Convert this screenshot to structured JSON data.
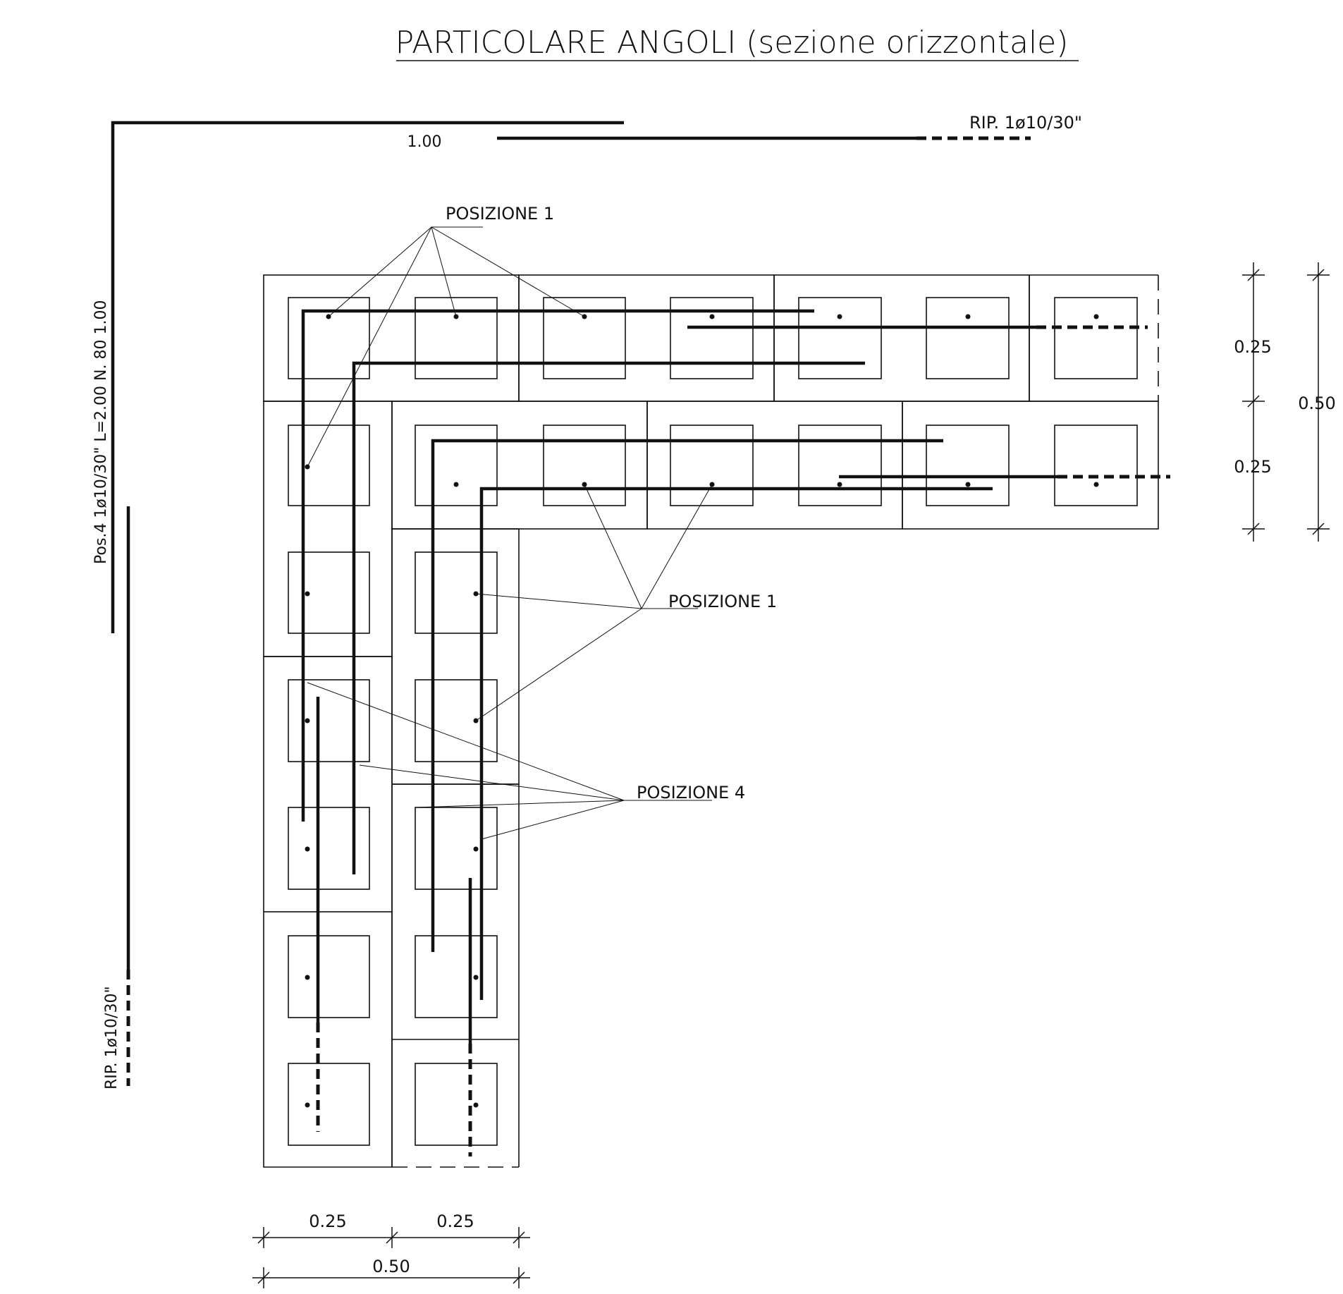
{
  "title": "PARTICOLARE ANGOLI (sezione orizzontale)",
  "dim_top_bar": "1.00",
  "label_rip_top": "RIP. 1ø10/30\"",
  "label_pos4_vertical": "Pos.4  1ø10/30\" L=2.00 N. 80   1.00",
  "label_rip_left": "RIP. 1ø10/30\"",
  "callout_pos1_top": "POSIZIONE 1",
  "callout_pos1_mid": "POSIZIONE 1",
  "callout_pos4": "POSIZIONE 4",
  "dim_right_upper": "0.25",
  "dim_right_lower": "0.25",
  "dim_right_total": "0.50",
  "dim_bottom_left": "0.25",
  "dim_bottom_right": "0.25",
  "dim_bottom_total": "0.50"
}
